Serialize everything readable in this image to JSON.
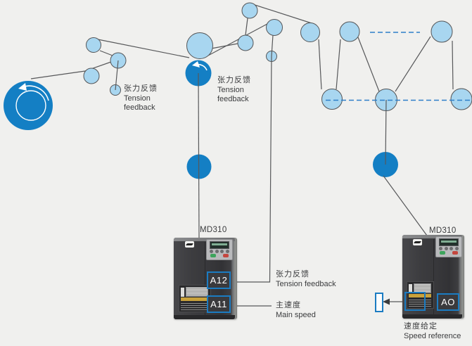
{
  "diagram": {
    "title_context": "MD310 tension control application diagram",
    "labels": {
      "tension_feedback_roller_1": {
        "zh": "张力反馈",
        "en1": "Tension",
        "en2": "feedback"
      },
      "tension_feedback_roller_2": {
        "zh": "张力反馈",
        "en1": "Tension",
        "en2": "feedback"
      },
      "tension_feedback_signal": {
        "zh": "张力反馈",
        "en": "Tension feedback"
      },
      "main_speed_signal": {
        "zh": "主速度",
        "en": "Main speed"
      },
      "speed_reference_signal": {
        "zh": "速度给定",
        "en": "Speed reference"
      }
    },
    "drives": {
      "drive1": {
        "model": "MD310",
        "port_top": "A12",
        "port_bottom": "A11"
      },
      "drive2": {
        "model": "MD310",
        "port_out": "AO"
      }
    },
    "colors": {
      "background": "#f0f0ee",
      "roller_light": "#a8d6f0",
      "roller_dark": "#147fc4",
      "line": "#57585a",
      "accent_blue_box": "#1b7cc2",
      "dashed_guide": "#2e7fc9"
    },
    "icons": {
      "rotation_arrows": "counter-clockwise rotation arrows on driven rollers"
    }
  }
}
